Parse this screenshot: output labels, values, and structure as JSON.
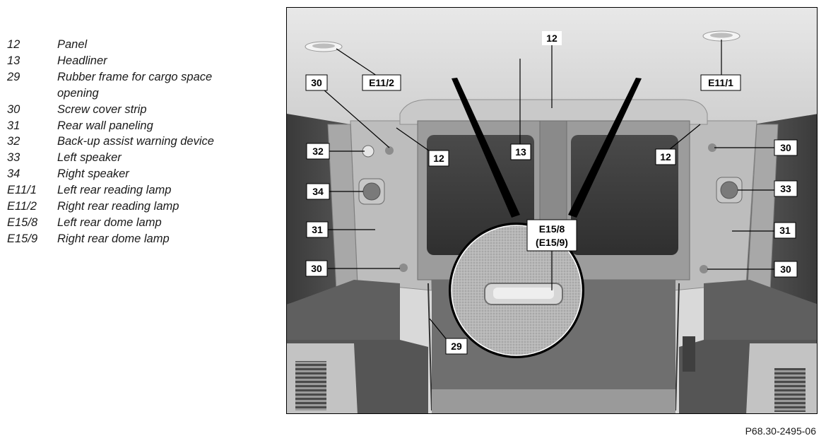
{
  "legend": [
    {
      "code": "12",
      "desc": "Panel"
    },
    {
      "code": "13",
      "desc": "Headliner"
    },
    {
      "code": "29",
      "desc": "Rubber frame for cargo space opening"
    },
    {
      "code": "30",
      "desc": "Screw cover strip"
    },
    {
      "code": "31",
      "desc": "Rear wall paneling"
    },
    {
      "code": "32",
      "desc": "Back-up assist warning device"
    },
    {
      "code": "33",
      "desc": "Left speaker"
    },
    {
      "code": "34",
      "desc": "Right speaker"
    },
    {
      "code": "E11/1",
      "desc": "Left rear reading lamp"
    },
    {
      "code": "E11/2",
      "desc": "Right rear reading lamp"
    },
    {
      "code": "E15/8",
      "desc": "Left rear dome lamp"
    },
    {
      "code": "E15/9",
      "desc": "Right rear dome lamp"
    }
  ],
  "callouts": {
    "c_12_top": "12",
    "c_e11_2": "E11/2",
    "c_e11_1": "E11/1",
    "c_30_left_top": "30",
    "c_12_left": "12",
    "c_13": "13",
    "c_12_right": "12",
    "c_32": "32",
    "c_30_right_top": "30",
    "c_34": "34",
    "c_33": "33",
    "c_31_left": "31",
    "c_31_right": "31",
    "c_e15_8": "E15/8",
    "c_e15_9": "(E15/9)",
    "c_30_left_bottom": "30",
    "c_30_right_bottom": "30",
    "c_29": "29"
  },
  "reference_code": "P68.30-2495-06"
}
